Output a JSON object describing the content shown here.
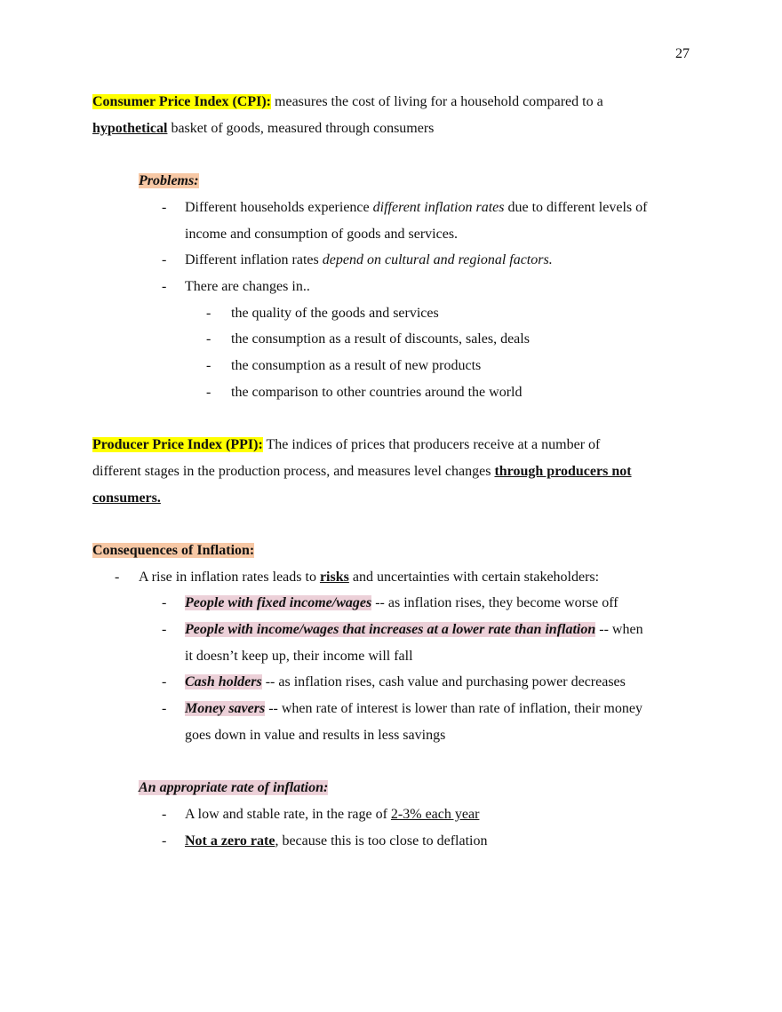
{
  "page_number": "27",
  "cpi": {
    "term": "Consumer Price Index (CPI):",
    "def_part1": " measures the cost of living for a household compared to a",
    "emph": "hypothetical",
    "def_part2": " basket of goods, measured through consumers",
    "problems_heading": "Problems:",
    "problems": {
      "p1_a": "Different households experience ",
      "p1_b": "different inflation rates",
      "p1_c": " due to different levels of",
      "p1_cont": "income and consumption of goods and services.",
      "p2_a": "Different inflation rates ",
      "p2_b": "depend on cultural and regional factors.",
      "p3": "There are changes in..",
      "sub": [
        "the quality of the goods and services",
        "the consumption as a result of discounts, sales, deals",
        "the consumption as a result of new products",
        "the comparison to other countries around the world"
      ]
    }
  },
  "ppi": {
    "term": "Producer Price Index (PPI):",
    "line1": " The indices of prices that producers receive at a number of",
    "line2_a": "different stages in the production process, and measures level changes ",
    "line2_b": "through producers not",
    "line3": "consumers."
  },
  "consequences": {
    "heading": "Consequences of Inflation:",
    "intro_a": "A rise in inflation rates leads to ",
    "intro_b": "risks",
    "intro_c": " and uncertainties with certain stakeholders:",
    "items": [
      {
        "label": "People with fixed income/wages",
        "text": " -- as inflation rises, they become worse off",
        "cont": ""
      },
      {
        "label": "People with income/wages that increases at a lower rate than inflation",
        "text": " -- when",
        "cont": "it doesn’t keep up, their income will fall"
      },
      {
        "label": "Cash holders",
        "text": " -- as inflation rises, cash value and purchasing power decreases",
        "cont": ""
      },
      {
        "label": "Money savers",
        "text": " -- when rate of interest is lower than rate of inflation, their money",
        "cont": "goes down in value and results in less savings"
      }
    ]
  },
  "appropriate": {
    "heading": "An appropriate rate of inflation:",
    "b1_a": "A low and stable rate, in the rage of ",
    "b1_b": " 2-3% each year",
    "b2_a": "Not a zero rate",
    "b2_b": ", because this is too close to deflation"
  },
  "dash": "-"
}
